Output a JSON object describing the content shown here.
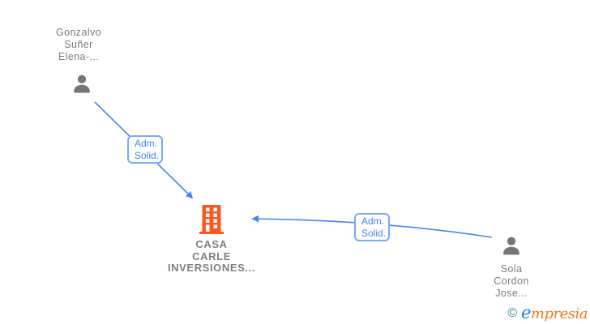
{
  "page": {
    "type": "corporate-relationship-graph",
    "background": "#FFFFFF"
  },
  "nodes": {
    "person1": {
      "kind": "person",
      "icon": "person-icon",
      "label": "Gonzalvo\nSuñer\nElena-..."
    },
    "company": {
      "kind": "company",
      "icon": "building-icon",
      "label": "CASA\nCARLE\nINVERSIONES..."
    },
    "person2": {
      "kind": "person",
      "icon": "person-icon",
      "label": "Sola\nCordon\nJose..."
    }
  },
  "edges": [
    {
      "from": "person1",
      "to": "company",
      "label": "Adm.\nSolid."
    },
    {
      "from": "person2",
      "to": "company",
      "label": "Adm.\nSolid."
    }
  ],
  "watermark": {
    "copyright": "©",
    "brand_initial": "e",
    "brand_rest": "mpresia"
  },
  "colors": {
    "edge_blue": "#4285F4",
    "edge_label_border": "#79A9F7",
    "edge_label_text": "#4285F4",
    "person_icon_gray": "#757575",
    "node_label_gray": "#7C7C7C",
    "company_orange": "#FA5A22",
    "watermark_teal": "#2F808E",
    "watermark_blue": "#1D80D8",
    "watermark_orange": "#EC7C1C"
  }
}
